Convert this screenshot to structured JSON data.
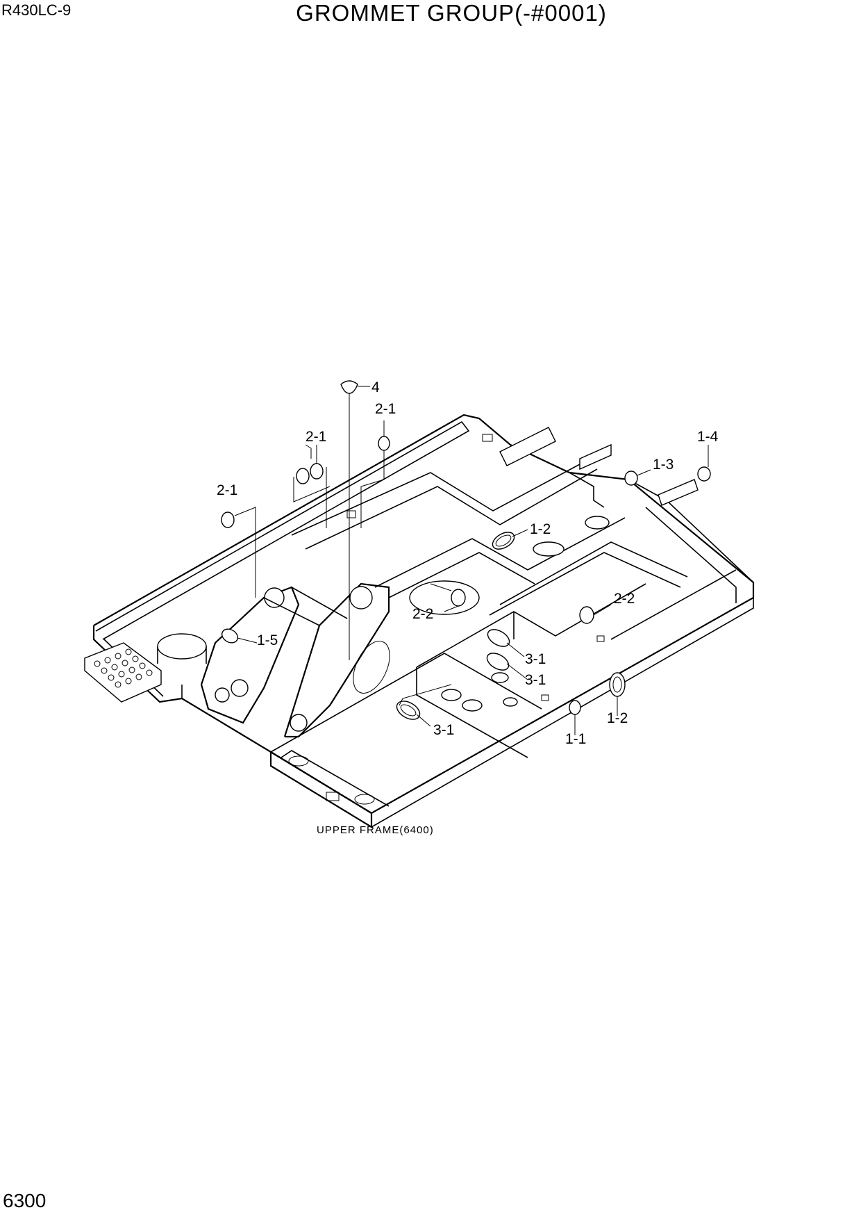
{
  "header": {
    "model": "R430LC-9",
    "title": "GROMMET GROUP(-#0001)"
  },
  "footer": {
    "page_number": "6300"
  },
  "diagram": {
    "reference_label": "UPPER FRAME(6400)",
    "callouts": [
      {
        "id": "c-4",
        "label": "4"
      },
      {
        "id": "c-2-1-a",
        "label": "2-1"
      },
      {
        "id": "c-2-1-b",
        "label": "2-1"
      },
      {
        "id": "c-2-1-c",
        "label": "2-1"
      },
      {
        "id": "c-1-4",
        "label": "1-4"
      },
      {
        "id": "c-1-3",
        "label": "1-3"
      },
      {
        "id": "c-1-2-a",
        "label": "1-2"
      },
      {
        "id": "c-2-2-a",
        "label": "2-2"
      },
      {
        "id": "c-2-2-b",
        "label": "2-2"
      },
      {
        "id": "c-1-5",
        "label": "1-5"
      },
      {
        "id": "c-3-1-a",
        "label": "3-1"
      },
      {
        "id": "c-3-1-b",
        "label": "3-1"
      },
      {
        "id": "c-3-1-c",
        "label": "3-1"
      },
      {
        "id": "c-1-2-b",
        "label": "1-2"
      },
      {
        "id": "c-1-1",
        "label": "1-1"
      }
    ]
  }
}
